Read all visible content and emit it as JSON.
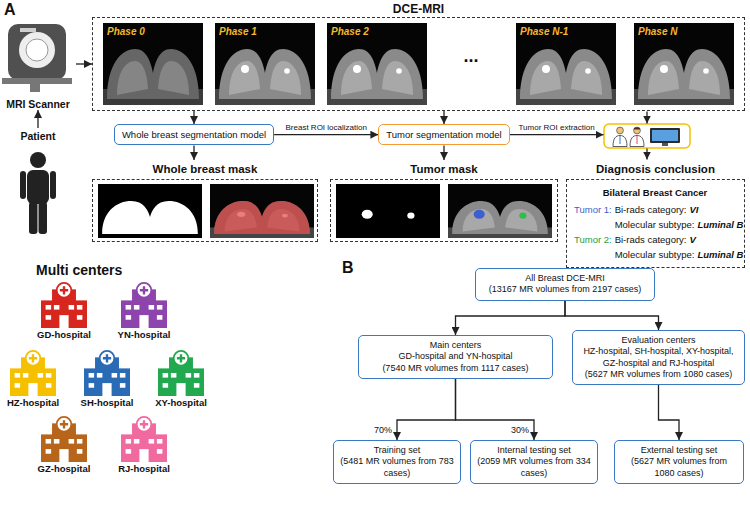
{
  "diagram": {
    "nodes": [
      {
        "text": [
          "MRI Scanner"
        ]
      },
      {
        "text": [
          "Patient"
        ]
      },
      {
        "text": [
          "DCE-MRI"
        ]
      },
      {
        "text": [
          "Phase 0"
        ],
        "in": 2
      },
      {
        "text": [
          "Phase 1"
        ],
        "in": 2
      },
      {
        "text": [
          "Phase 2"
        ],
        "in": 2
      },
      {
        "text": [
          "Phase N-1"
        ],
        "in": 2
      },
      {
        "text": [
          "Phase N"
        ],
        "in": 2
      },
      {
        "text": [
          "Whole breast segmentation model"
        ]
      },
      {
        "text": [
          "Tumor segmentation model"
        ]
      },
      {
        "text": [
          "Whole breast mask"
        ]
      },
      {
        "text": [
          "Tumor mask"
        ]
      },
      {
        "text": [
          "Diagnosis conclusion",
          "Bilateral Breast Cancer",
          "Tumor 1:",
          "Bi-rads category:",
          "VI",
          "Molecular subtype:",
          "Luminal B",
          "Tumor 2:",
          "Bi-rads category:",
          "V",
          "Molecular subtype:",
          "Luminal B"
        ]
      },
      {
        "text": [
          "All Breast DCE-MRI",
          "(13167 MR volumes from 2197 cases)"
        ]
      },
      {
        "text": [
          "Main centers",
          "GD-hospital and YN-hospital",
          "(7540 MR volumes from 1117 cases)"
        ]
      },
      {
        "text": [
          "Evaluation centers",
          "HZ-hospital, SH-hospital, XY-hospital, GZ-hospital and RJ-hospital",
          "(5627 MR volumes from 1080 cases)"
        ]
      },
      {
        "text": [
          "Training set",
          "(5481 MR volumes from 783 cases)"
        ]
      },
      {
        "text": [
          "Internal testing set",
          "(2059 MR volumes from 334 cases)"
        ]
      },
      {
        "text": [
          "External testing set",
          "(5627 MR volumes from 1080 cases)"
        ]
      }
    ],
    "edges": [
      {
        "from": 1,
        "to": 0,
        "arrow": "to"
      },
      {
        "from": 0,
        "to": 2,
        "arrow": "to"
      },
      {
        "from": 2,
        "to": 8,
        "arrow": "to"
      },
      {
        "from": 2,
        "to": 9,
        "arrow": "to"
      },
      {
        "from": 8,
        "to": 9,
        "label": "Breast ROI localization",
        "arrow": "to"
      },
      {
        "from": 8,
        "to": 10,
        "arrow": "to"
      },
      {
        "from": 9,
        "to": 11,
        "arrow": "to"
      },
      {
        "from": 13,
        "to": 14,
        "arrow": "to"
      },
      {
        "from": 13,
        "to": 15,
        "arrow": "to"
      },
      {
        "from": 14,
        "to": 16,
        "label": "70%",
        "arrow": "to"
      },
      {
        "from": 14,
        "to": 17,
        "label": "30%",
        "arrow": "to"
      },
      {
        "from": 15,
        "to": 18,
        "arrow": "to"
      }
    ],
    "labels": [
      "A",
      "...",
      "Tumor ROI extraction",
      "Multi centers",
      "GD-hospital",
      "YN-hospital",
      "HZ-hospital",
      "SH-hospital",
      "XY-hospital",
      "GZ-hospital",
      "RJ-hospital",
      "B"
    ]
  }
}
